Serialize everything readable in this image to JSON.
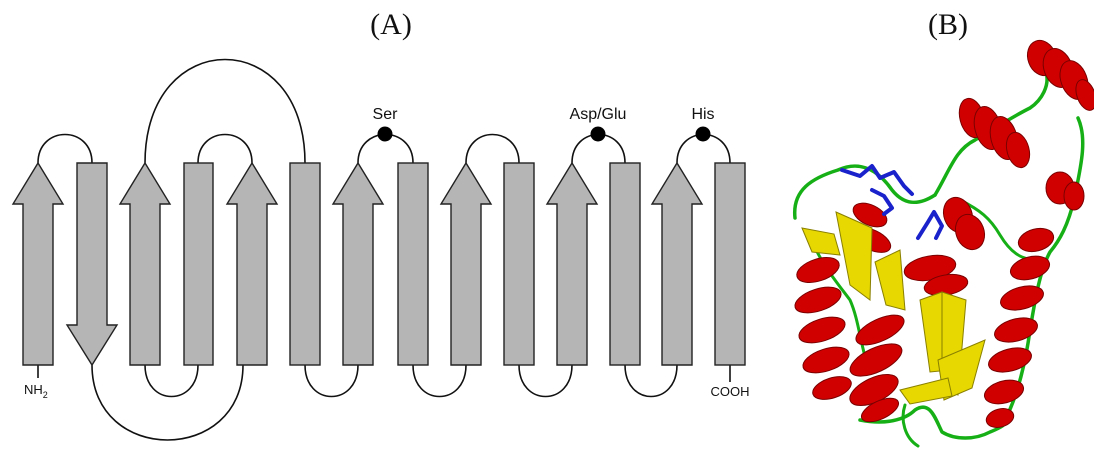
{
  "panel_a": {
    "label": "(A)",
    "sites": [
      {
        "label": "Ser"
      },
      {
        "label": "Asp/Glu"
      },
      {
        "label": "His"
      }
    ],
    "n_terminus": {
      "main": "NH",
      "sub": "2"
    },
    "c_terminus": "COOH"
  },
  "panel_b": {
    "label": "(B)"
  },
  "colors": {
    "strand_fill": "#b5b5b5",
    "outline": "#222222",
    "site_dot": "#000000",
    "helix": "#d10000",
    "sheet": "#e6d800",
    "coil": "#16b016",
    "residue": "#1a22cc"
  }
}
